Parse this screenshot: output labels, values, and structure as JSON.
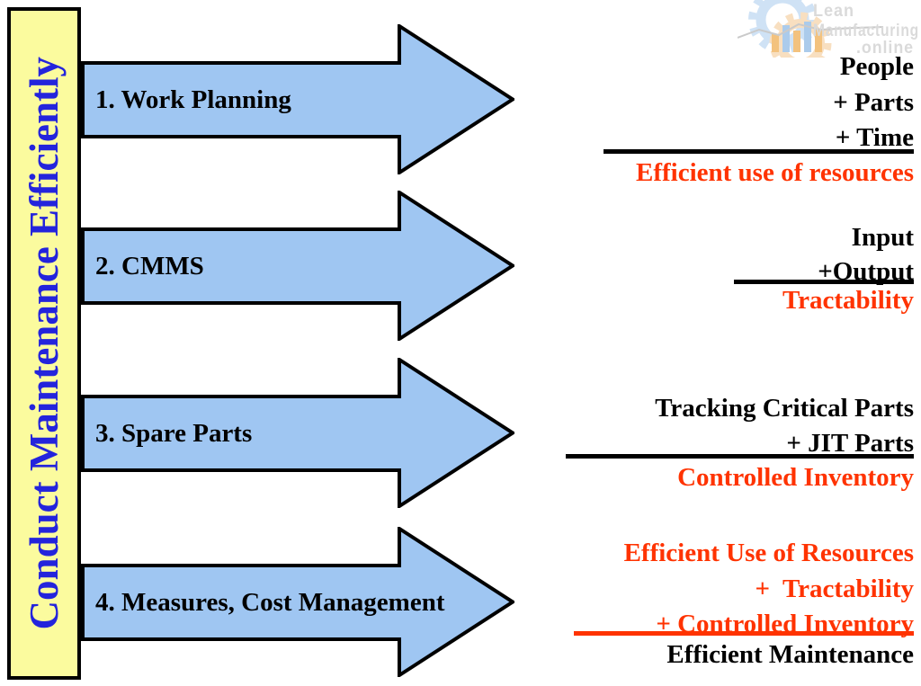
{
  "colors": {
    "banner_fill": "#FBFB9E",
    "banner_text": "#2424DC",
    "arrow_fill": "#9FC6F2",
    "highlight_red": "#FF3300",
    "text_black": "#000000"
  },
  "banner": {
    "title": "Conduct Maintenance Efficiently"
  },
  "arrows": [
    {
      "label": "1. Work Planning"
    },
    {
      "label": "2. CMMS"
    },
    {
      "label": "3. Spare Parts"
    },
    {
      "label": "4. Measures, Cost Management"
    }
  ],
  "sums": [
    {
      "terms": [
        "People",
        "+ Parts",
        "+ Time"
      ],
      "result": "Efficient use of resources"
    },
    {
      "terms": [
        "Input",
        "+Output"
      ],
      "result": "Tractability"
    },
    {
      "terms": [
        "Tracking Critical Parts",
        "+ JIT Parts"
      ],
      "result": "Controlled Inventory"
    },
    {
      "terms": [
        "Efficient Use of Resources",
        "+  Tractability",
        "+ Controlled Inventory"
      ],
      "result": "Efficient Maintenance"
    }
  ],
  "logo": {
    "line1": "Lean",
    "line2": "Manufacturing",
    "line3": ".online"
  }
}
